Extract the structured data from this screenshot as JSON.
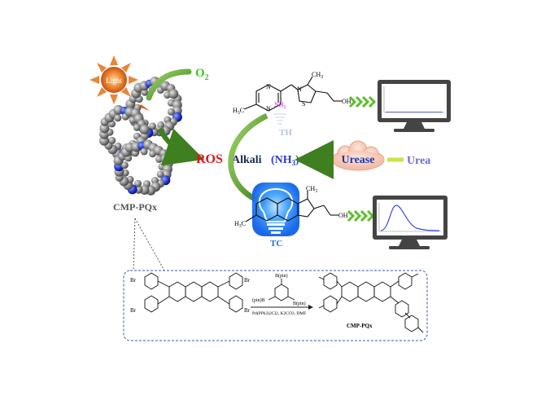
{
  "labels": {
    "light": "Light",
    "o2": "O",
    "o2_sub": "2",
    "ros": "ROS",
    "alkali": "Alkali",
    "nh3": "(NH",
    "nh3_sub": "3",
    "nh3_close": ")",
    "urease": "Urease",
    "urea": "Urea",
    "th": "TH",
    "tc": "TC",
    "cmp_pqx": "CMP-PQx"
  },
  "molecule": {
    "h3c": "H",
    "h3c_sub": "3",
    "h3c_c": "C",
    "ch3": "CH",
    "ch3_sub": "3",
    "nh2": "NH",
    "nh2_sub": "2",
    "oh": "OH",
    "n": "N",
    "s": "S"
  },
  "synthesis": {
    "br": "Br",
    "b_pin": "B(pin)",
    "pin_b": "(pin)B",
    "conditions": "Pd(PPh3)2Cl2, K2CO3, DMF",
    "product": "CMP-PQx"
  },
  "colors": {
    "ros": "#e0141e",
    "alkali": "#1a2a55",
    "nh3": "#2b3ccc",
    "urea": "#6a6ad8",
    "tc": "#1a6fd6",
    "th": "#b8c4d6",
    "arrow_green": "#3f7f1f",
    "chevron_green": "#5cbf2a"
  }
}
